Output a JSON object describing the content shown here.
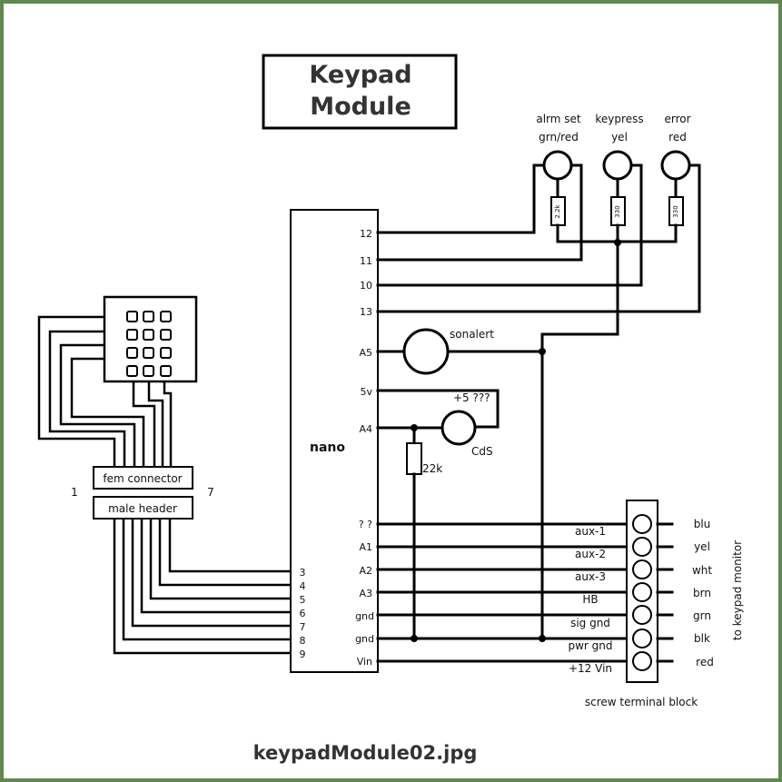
{
  "title_line1": "Keypad",
  "title_line2": "Module",
  "caption": "keypadModule02.jpg",
  "nano": {
    "label": "nano",
    "right_pins": [
      "12",
      "11",
      "10",
      "13",
      "A5",
      "5v",
      "A4",
      "? ?",
      "A1",
      "A2",
      "A3",
      "gnd",
      "gnd",
      "Vin"
    ],
    "left_pins": [
      "3",
      "4",
      "5",
      "6",
      "7",
      "8",
      "9"
    ]
  },
  "leds": {
    "alarm_label1": "alrm set",
    "alarm_label2": "grn/red",
    "keypress_label1": "keypress",
    "keypress_label2": "yel",
    "error_label1": "error",
    "error_label2": "red",
    "r_alarm": "2.2k",
    "r_keypress": "330",
    "r_error": "330"
  },
  "sonalert": "sonalert",
  "cds": {
    "label": "CdS",
    "supply": "+5  ???"
  },
  "resistor_22k": "22k",
  "connectors": {
    "fem": "fem connector",
    "male": "male header",
    "pin_first": "1",
    "pin_last": "7"
  },
  "terminal": {
    "caption": "screw terminal block",
    "monitor": "to keypad monitor",
    "signals": [
      "aux-1",
      "aux-2",
      "aux-3",
      "HB",
      "sig gnd",
      "pwr gnd",
      "+12 Vin"
    ],
    "colors": [
      "blu",
      "yel",
      "wht",
      "brn",
      "grn",
      "blk",
      "red"
    ]
  }
}
